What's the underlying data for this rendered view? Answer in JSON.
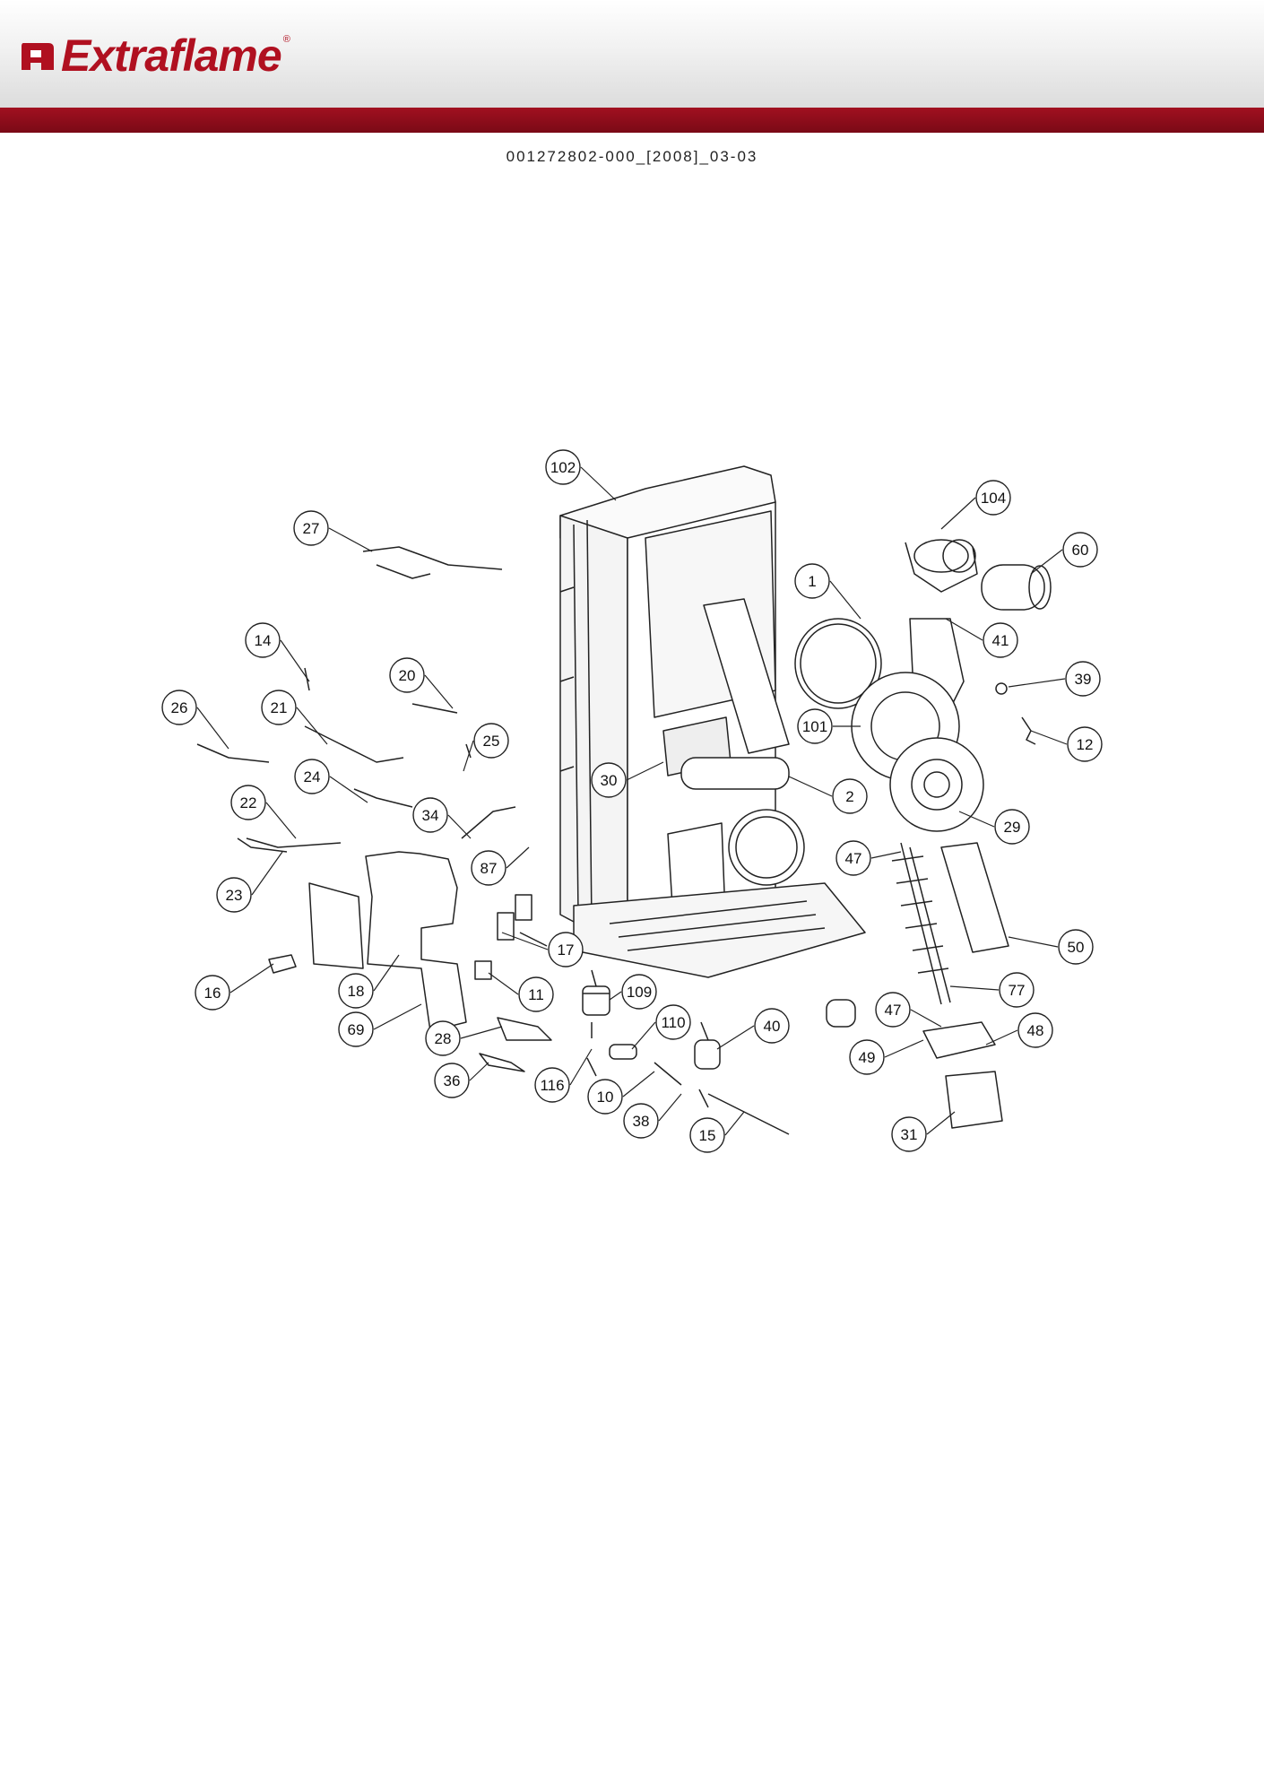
{
  "brand": {
    "name": "Extraflame",
    "registered_mark": "®",
    "color": "#b01020",
    "band_color": "#7a0a16"
  },
  "document_code": "001272802-000_[2008]_03-03",
  "callouts": [
    "102",
    "104",
    "60",
    "1",
    "41",
    "27",
    "39",
    "14",
    "20",
    "26",
    "21",
    "25",
    "12",
    "101",
    "24",
    "30",
    "2",
    "34",
    "29",
    "22",
    "87",
    "47",
    "23",
    "17",
    "50",
    "18",
    "11",
    "109",
    "77",
    "16",
    "69",
    "47",
    "28",
    "110",
    "40",
    "48",
    "49",
    "36",
    "116",
    "10",
    "38",
    "15",
    "31"
  ]
}
